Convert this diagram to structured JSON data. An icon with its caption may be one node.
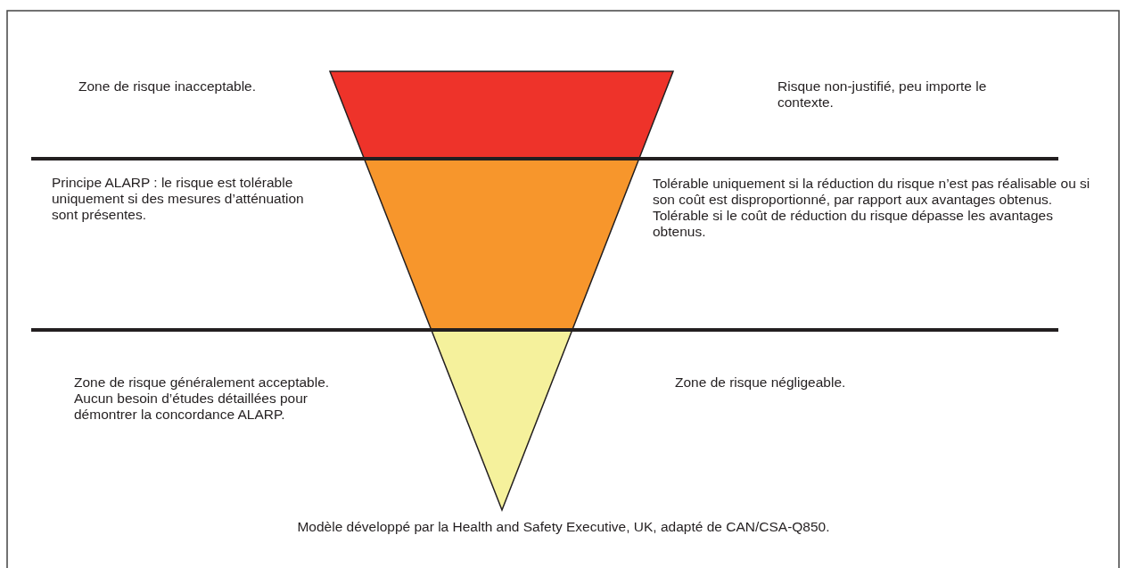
{
  "diagram": {
    "caption": "Modèle développé par la Health and Safety Executive, UK, adapté de CAN/CSA-Q850.",
    "labels": [
      "Zone de risque inacceptable.",
      "Risque non-justifié, peu importe le contexte.",
      "Principe ALARP : le risque est tolérable uniquement si des mesures d’atténuation sont présentes.",
      "Tolérable uniquement si la réduction du risque n’est pas réalisable ou si son coût est disproportionné, par rapport aux avantages obtenus. Tolérable si le coût de réduction du risque dépasse les avantages obtenus.",
      "Zone de risque généralement acceptable. Aucun besoin d’études détaillées pour démontrer la concordance ALARP.",
      "Zone de risque négligeable."
    ]
  }
}
